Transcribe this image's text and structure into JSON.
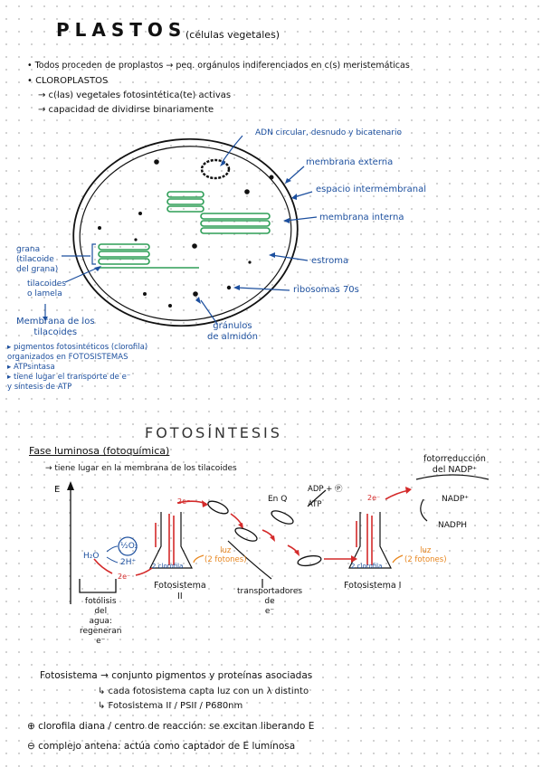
{
  "plastos": {
    "title": "PLASTOS",
    "subtitle": "(células vegetales)",
    "bullet1": "• Todos proceden de proplastos → peq. orgánulos indiferenciados en c(s) meristemáticas",
    "bullet2": "• CLOROPLASTOS",
    "sub1": "→ c(las) vegetales fotosintética(te) activas",
    "sub2": "→ capacidad de dividirse binariamente"
  },
  "chloroplast_labels": {
    "adn": "ADN circular, desnudo y bicatenario",
    "membrana_externa": "membrana externa",
    "espacio": "espacio intermembranal",
    "membrana_interna": "membrana interna",
    "estroma": "estroma",
    "ribosomas": "ribosomas 70s",
    "granulos": [
      "gránulos",
      "de almidón"
    ],
    "grana": [
      "grana",
      "(tilacoide",
      "del grana)"
    ],
    "tilacoides": [
      "tilacoides",
      "o lamela"
    ],
    "membrana_tilacoides": [
      "Membrana de los",
      "tilacoides"
    ],
    "membrana_bullets": [
      "▸ pigmentos fotosintéticos (clorofila)",
      "  organizados en FOTOSISTEMAS",
      "▸ ATPsintasa",
      "▸ tiene lugar el transporte de e⁻",
      "  y síntesis de ATP"
    ]
  },
  "fotosintesis": {
    "title": "FOTOSÍNTESIS",
    "fase": "Fase luminosa (fotoquímica)",
    "fase_sub": "→ tiene lugar en la membrana de los tilacoides",
    "fotorreduccion": [
      "fotorreducción",
      "del NADP⁺"
    ],
    "axis_label": "E",
    "en_q": "En Q",
    "adp": "ADP + Ⓟ",
    "atp": "ATP",
    "nadp": "NADP⁺",
    "nadph": "NADPH",
    "h2o": "H₂O",
    "half_o2": "½O₂",
    "two_h": "2H⁺",
    "two_e": "2e⁻",
    "clorofila": "2 clorofila",
    "luz": [
      "luz",
      "(2 fotones)"
    ],
    "fs2": [
      "Fotosistema",
      "II"
    ],
    "fs1": "Fotosistema I",
    "transportadores": [
      "transportadores",
      "de",
      "e⁻"
    ],
    "fotolisis": [
      "fotólisis",
      "del",
      "agua:",
      "regeneran",
      "e⁻"
    ]
  },
  "fotosistema_def": {
    "line1": "Fotosistema → conjunto pigmentos y proteínas asociadas",
    "line2": "↳ cada fotosistema capta luz con un λ distinto",
    "line3": "↳ Fotosistema II / PSII / P680nm",
    "line4": "⊕ clorofila diana / centro de reacción: se excitan liberando E",
    "line5": "⊖ complejo antena: actúa como captador de E luminosa"
  },
  "colors": {
    "blue": "#1c4f9e",
    "green": "#2e9e57",
    "red": "#d42a2a",
    "orange": "#e8861e",
    "ink": "#111111"
  }
}
